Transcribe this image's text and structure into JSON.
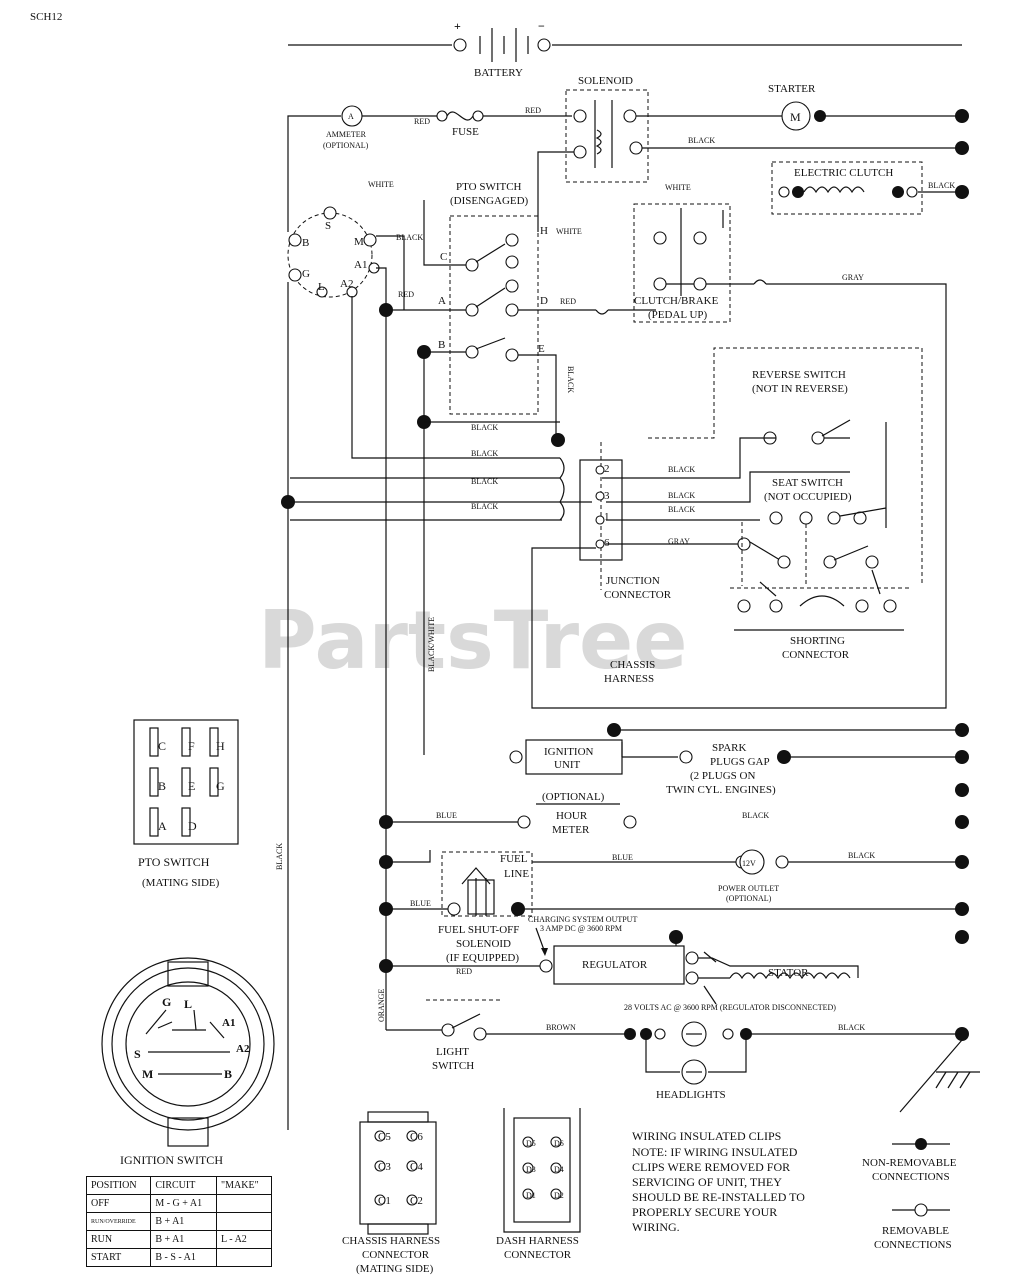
{
  "doc_id": "SCH12",
  "watermark": "PartsTree",
  "labels": {
    "battery": "BATTERY",
    "battery_pos": "+",
    "battery_neg": "−",
    "solenoid": "SOLENOID",
    "starter": "STARTER",
    "starter_m": "M",
    "ammeter": "AMMETER",
    "ammeter_optional": "(OPTIONAL)",
    "ammeter_a": "A",
    "fuse": "FUSE",
    "electric_clutch": "ELECTRIC CLUTCH",
    "pto_switch": "PTO SWITCH",
    "pto_disengaged": "(DISENGAGED)",
    "clutch_brake": "CLUTCH/BRAKE",
    "pedal_up": "(PEDAL UP)",
    "reverse_switch": "REVERSE SWITCH",
    "not_in_reverse": "(NOT IN REVERSE)",
    "seat_switch": "SEAT SWITCH",
    "not_occupied": "(NOT OCCUPIED)",
    "junction_connector_1": "JUNCTION",
    "junction_connector_2": "CONNECTOR",
    "chassis_harness_1": "CHASSIS",
    "chassis_harness_2": "HARNESS",
    "shorting_connector_1": "SHORTING",
    "shorting_connector_2": "CONNECTOR",
    "ignition_unit_1": "IGNITION",
    "ignition_unit_2": "UNIT",
    "spark_1": "SPARK",
    "spark_2": "PLUGS GAP",
    "spark_3": "(2 PLUGS ON",
    "spark_4": "TWIN CYL. ENGINES)",
    "optional": "(OPTIONAL)",
    "hour_meter_1": "HOUR",
    "hour_meter_2": "METER",
    "fuel_line_1": "FUEL",
    "fuel_line_2": "LINE",
    "power_outlet_v": "12V",
    "power_outlet_1": "POWER OUTLET",
    "power_outlet_2": "(OPTIONAL)",
    "fuel_shutoff_1": "FUEL SHUT-OFF",
    "fuel_shutoff_2": "SOLENOID",
    "fuel_shutoff_3": "(IF EQUIPPED)",
    "charging_1": "CHARGING SYSTEM OUTPUT",
    "charging_2": "3 AMP DC @ 3600 RPM",
    "regulator": "REGULATOR",
    "stator": "STATOR",
    "volts_ac": "28 VOLTS AC @ 3600 RPM (REGULATOR DISCONNECTED)",
    "light_switch_1": "LIGHT",
    "light_switch_2": "SWITCH",
    "headlights": "HEADLIGHTS",
    "pto_mating_1": "PTO SWITCH",
    "pto_mating_2": "(MATING SIDE)",
    "ignition_switch": "IGNITION SWITCH",
    "chassis_conn_1": "CHASSIS HARNESS",
    "chassis_conn_2": "CONNECTOR",
    "chassis_conn_3": "(MATING SIDE)",
    "dash_conn_1": "DASH HARNESS",
    "dash_conn_2": "CONNECTOR",
    "note_1": "WIRING INSULATED CLIPS",
    "note_2": "NOTE: IF WIRING INSULATED",
    "note_3": "CLIPS WERE REMOVED FOR",
    "note_4": "SERVICING OF UNIT, THEY",
    "note_5": "SHOULD BE RE-INSTALLED TO",
    "note_6": "PROPERLY SECURE YOUR",
    "note_7": "WIRING.",
    "non_removable_1": "NON-REMOVABLE",
    "non_removable_2": "CONNECTIONS",
    "removable_1": "REMOVABLE",
    "removable_2": "CONNECTIONS"
  },
  "wire_colors": {
    "red": "RED",
    "black": "BLACK",
    "white": "WHITE",
    "gray": "GRAY",
    "blue": "BLUE",
    "brown": "BROWN",
    "orange": "ORANGE",
    "black_white": "BLACK/WHITE"
  },
  "pto_terminals": [
    "C",
    "H",
    "A",
    "D",
    "B",
    "E"
  ],
  "pto_mating_grid": [
    [
      "C",
      "F",
      "H"
    ],
    [
      "B",
      "E",
      "G"
    ],
    [
      "A",
      "D"
    ]
  ],
  "ignition_terminals": [
    "B",
    "S",
    "M",
    "G",
    "L",
    "A1",
    "A2"
  ],
  "ignition_face": {
    "g": "G",
    "l": "L",
    "a1": "A1",
    "s": "S",
    "a2": "A2",
    "m": "M",
    "b": "B"
  },
  "junction_pins": [
    "2",
    "3",
    "1",
    "6"
  ],
  "chassis_conn_pins": [
    "C5",
    "C6",
    "C3",
    "C4",
    "C1",
    "C2"
  ],
  "dash_conn_pins": [
    "D5",
    "D6",
    "D3",
    "D4",
    "D1",
    "D2"
  ],
  "ignition_table": {
    "headers": [
      "POSITION",
      "CIRCUIT",
      "\"MAKE\""
    ],
    "rows": [
      [
        "OFF",
        "M - G + A1",
        ""
      ],
      [
        "RUN/OVERRIDE",
        "B + A1",
        ""
      ],
      [
        "RUN",
        "B + A1",
        "L - A2"
      ],
      [
        "START",
        "B - S - A1",
        ""
      ]
    ]
  }
}
